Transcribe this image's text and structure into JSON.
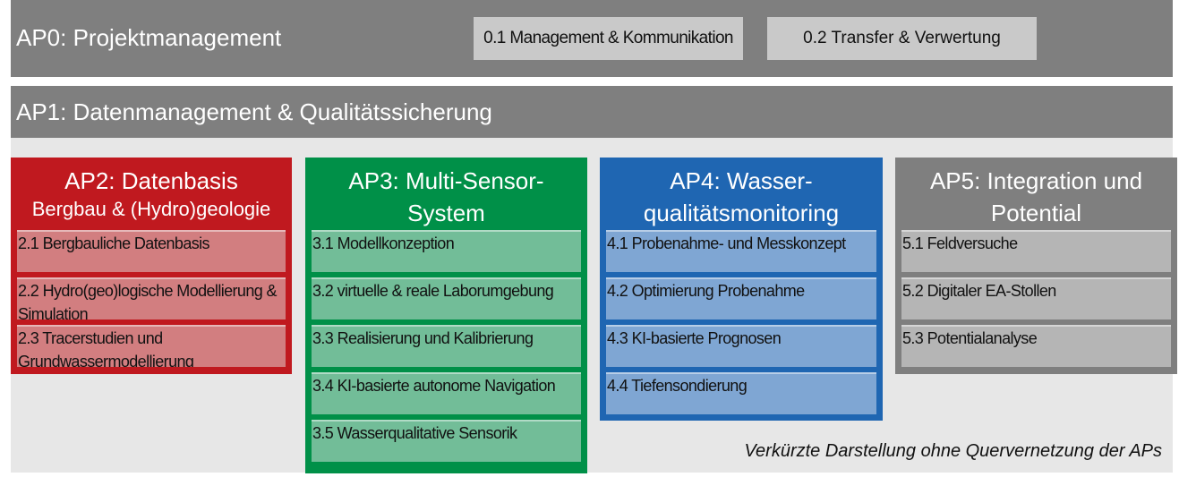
{
  "ap0": {
    "title": "AP0: Projektmanagement",
    "sub": [
      "0.1 Management & Kommunikation",
      "0.2 Transfer & Verwertung"
    ]
  },
  "ap1": {
    "title": "AP1: Datenmanagement & Qualitätssicherung"
  },
  "columns": [
    {
      "title_line1": "AP2: Datenbasis",
      "title_line2": "Bergbau & (Hydro)geologie",
      "tasks": [
        "2.1 Bergbauliche Datenbasis",
        "2.2 Hydro(geo)logische Modellierung & Simulation",
        "2.3 Tracerstudien und Grundwassermodellierung"
      ],
      "color": "#c0191f"
    },
    {
      "title_line1": "AP3: Multi-Sensor-",
      "title_line2": "System",
      "tasks": [
        "3.1 Modellkonzeption",
        "3.2 virtuelle & reale Laborumgebung",
        "3.3 Realisierung und Kalibrierung",
        "3.4 KI-basierte autonome Navigation",
        "3.5 Wasserqualitative Sensorik"
      ],
      "color": "#009048"
    },
    {
      "title_line1": "AP4: Wasser-",
      "title_line2": "qualitätsmonitoring",
      "tasks": [
        "4.1 Probenahme- und Messkonzept",
        "4.2 Optimierung Probenahme",
        "4.3 KI-basierte Prognosen",
        "4.4 Tiefensondierung"
      ],
      "color": "#1f66b2"
    },
    {
      "title_line1": "AP5: Integration und",
      "title_line2": "Potential",
      "tasks": [
        "5.1 Feldversuche",
        "5.2 Digitaler EA-Stollen",
        "5.3 Potentialanalyse"
      ],
      "color": "#7f7f7f"
    }
  ],
  "footnote": "Verkürzte Darstellung ohne Quervernetzung der APs"
}
